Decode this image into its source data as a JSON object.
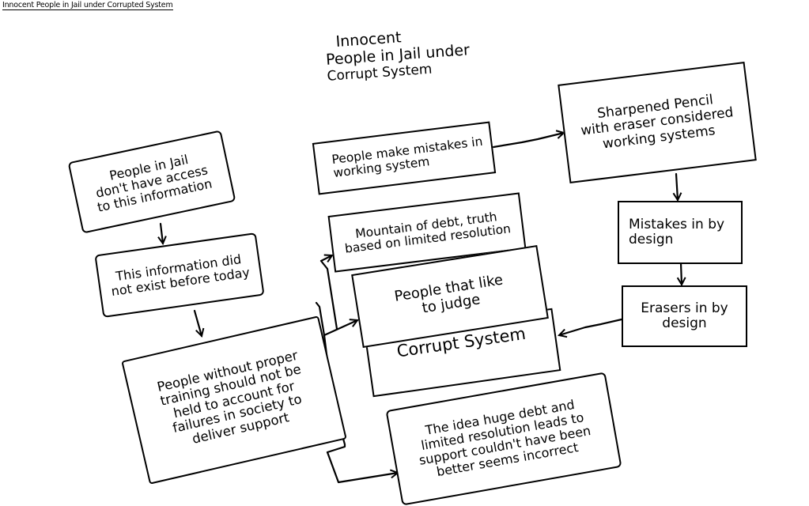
{
  "page": {
    "title": "Innocent People in Jail under Corrupted System"
  },
  "diagram": {
    "heading": {
      "line1": "Innocent",
      "line2": "People  in Jail under",
      "line3": "Corrupt System"
    },
    "nodes": {
      "no_access": "People in Jail\ndon't have access\nto this information",
      "not_exist": "This information did\nnot exist before today",
      "no_training": "People without proper\ntraining should not be\nheld to account for\nfailures in society to\ndeliver support",
      "mistakes_working": "People make mistakes in\nworking system",
      "sharpened_pencil": "Sharpened Pencil\nwith eraser considered\nworking systems",
      "mistakes_by_design": "Mistakes in by\ndesign",
      "erasers_by_design": "Erasers in by\ndesign",
      "mountain_debt": "Mountain of debt, truth\nbased on limited resolution",
      "like_to_judge": "People that like\nto judge",
      "corrupt_system": "Corrupt System",
      "huge_debt": "The idea huge debt and\nlimited resolution leads to\nsupport couldn't have been\nbetter seems incorrect"
    },
    "edges": [
      {
        "from": "no_access",
        "to": "not_exist"
      },
      {
        "from": "not_exist",
        "to": "no_training"
      },
      {
        "from": "no_training",
        "to": "mountain_debt"
      },
      {
        "from": "no_training",
        "to": "like_to_judge"
      },
      {
        "from": "no_training",
        "to": "huge_debt"
      },
      {
        "from": "mistakes_working",
        "to": "sharpened_pencil"
      },
      {
        "from": "sharpened_pencil",
        "to": "mistakes_by_design"
      },
      {
        "from": "mistakes_by_design",
        "to": "erasers_by_design"
      },
      {
        "from": "erasers_by_design",
        "to": "corrupt_system"
      }
    ]
  }
}
